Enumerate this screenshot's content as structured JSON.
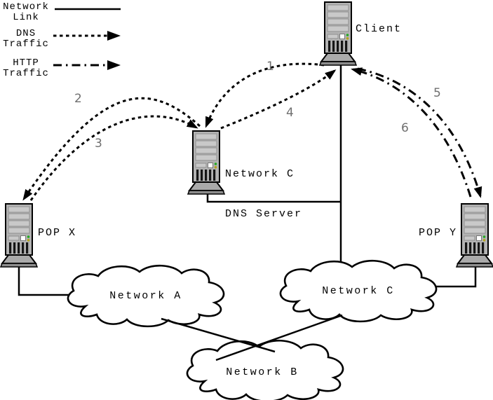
{
  "legend": {
    "network_link": {
      "line1": "Network",
      "line2": "Link"
    },
    "dns_traffic": {
      "line1": "DNS",
      "line2": "Traffic"
    },
    "http_traffic": {
      "line1": "HTTP",
      "line2": "Traffic"
    }
  },
  "nodes": {
    "client": {
      "label": "Client",
      "type": "server"
    },
    "dns_server": {
      "label_line1": "Network C",
      "label_line2": "DNS Server",
      "type": "server"
    },
    "pop_x": {
      "label": "POP X",
      "type": "server"
    },
    "pop_y": {
      "label": "POP Y",
      "type": "server"
    }
  },
  "clouds": {
    "network_a": {
      "label": "Network A"
    },
    "network_b": {
      "label": "Network B"
    },
    "network_c": {
      "label": "Network C"
    }
  },
  "flow_steps": {
    "s1": "1",
    "s2": "2",
    "s3": "3",
    "s4": "4",
    "s5": "5",
    "s6": "6"
  },
  "edges": [
    {
      "step": "1",
      "type": "dns",
      "from": "client",
      "to": "dns_server"
    },
    {
      "step": "2",
      "type": "dns",
      "from": "dns_server",
      "to": "pop_x"
    },
    {
      "step": "3",
      "type": "dns",
      "from": "pop_x",
      "to": "dns_server"
    },
    {
      "step": "4",
      "type": "dns",
      "from": "dns_server",
      "to": "client"
    },
    {
      "step": "5",
      "type": "http",
      "from": "client",
      "to": "pop_y"
    },
    {
      "step": "6",
      "type": "http",
      "from": "pop_y",
      "to": "client"
    },
    {
      "type": "network-link",
      "from": "client",
      "to": "network_c"
    },
    {
      "type": "network-link",
      "from": "dns_server",
      "to": "network_c"
    },
    {
      "type": "network-link",
      "from": "pop_x",
      "to": "network_a"
    },
    {
      "type": "network-link",
      "from": "pop_y",
      "to": "network_c"
    },
    {
      "type": "network-link",
      "from": "network_a",
      "to": "network_b"
    },
    {
      "type": "network-link",
      "from": "network_c",
      "to": "network_b"
    }
  ],
  "colors": {
    "line": "#000000",
    "step_number": "#6f6f6f",
    "server_body": "#b3b3b3",
    "server_slot": "#c9c9c9",
    "led_green": "#22aa22",
    "led_amber": "#b5a51b",
    "background": "#ffffff"
  }
}
